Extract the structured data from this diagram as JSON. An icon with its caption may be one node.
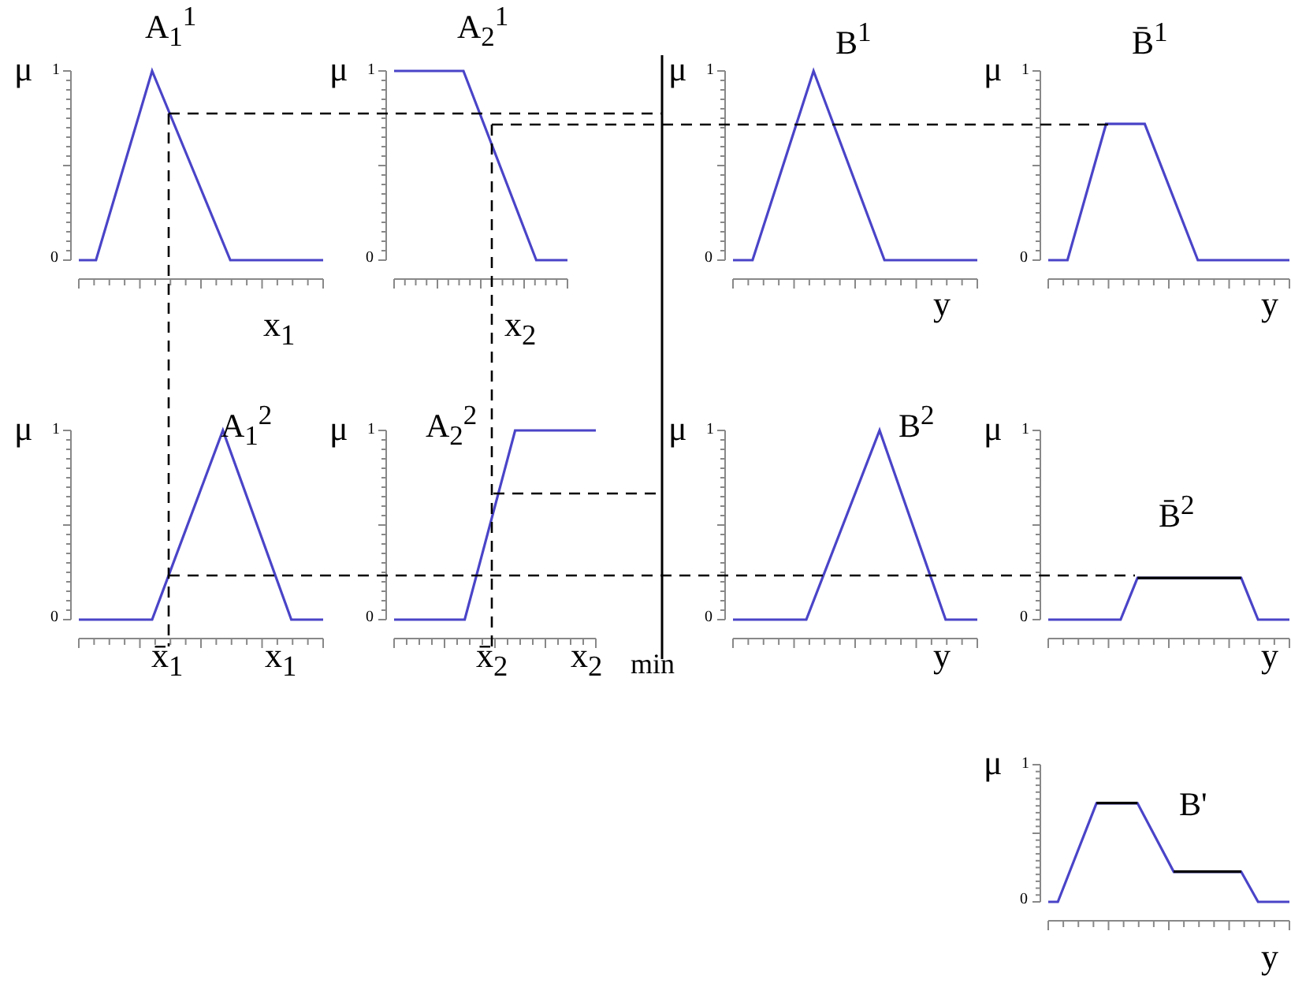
{
  "diagram": {
    "labels": [
      "A$_{1}$$^{1}$",
      "μ",
      "1",
      "0",
      "x$_{1}$",
      "A$_{2}$$^{1}$",
      "μ",
      "1",
      "0",
      "x$_{2}$",
      "B$^{1}$",
      "μ",
      "1",
      "0",
      "y",
      "B̄$^{1}$",
      "μ",
      "1",
      "0",
      "y",
      "μ",
      "1",
      "A$_{1}$$^{2}$",
      "0",
      "x̄$_{1}$",
      "x$_{1}$",
      "μ",
      "1",
      "A$_{2}$$^{2}$",
      "0",
      "x̄$_{2}$",
      "x$_{2}$",
      "min",
      "μ",
      "1",
      "B$^{2}$",
      "0",
      "y",
      "μ",
      "1",
      "B̄$^{2}$",
      "0",
      "y",
      "μ",
      "1",
      "B'",
      "0",
      "y"
    ]
  }
}
